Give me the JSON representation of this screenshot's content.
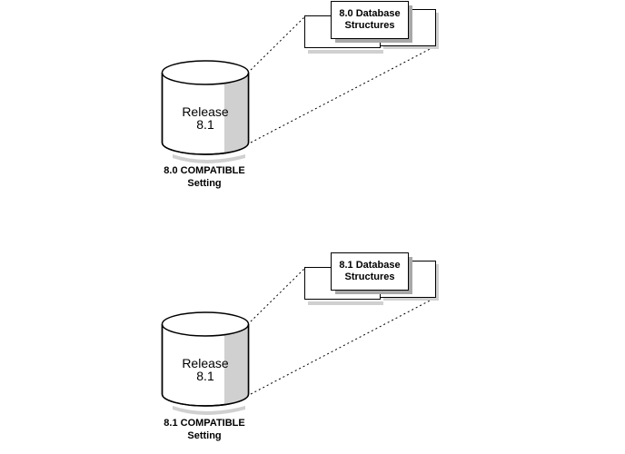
{
  "diagrams": [
    {
      "cylinder_label_line1": "Release",
      "cylinder_label_line2": "8.1",
      "caption_line1": "8.0 COMPATIBLE",
      "caption_line2": "Setting",
      "box_label_line1": "8.0 Database",
      "box_label_line2": "Structures"
    },
    {
      "cylinder_label_line1": "Release",
      "cylinder_label_line2": "8.1",
      "caption_line1": "8.1 COMPATIBLE",
      "caption_line2": "Setting",
      "box_label_line1": "8.1 Database",
      "box_label_line2": "Structures"
    }
  ],
  "colors": {
    "stroke": "#000000",
    "shadow": "#d0d0d0",
    "shadow_dark": "#a8a8a8",
    "fill": "#ffffff"
  }
}
